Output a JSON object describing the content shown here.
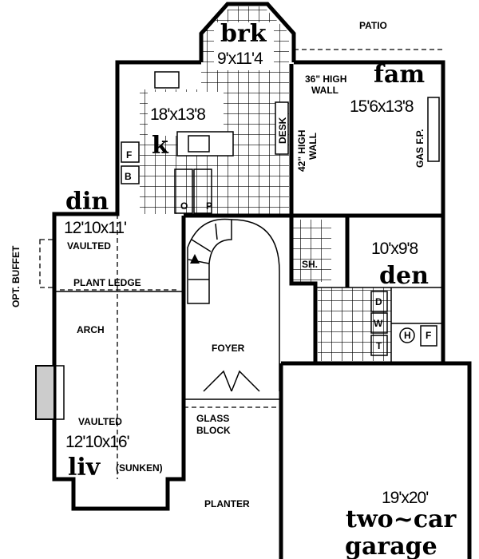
{
  "rooms": {
    "brk": {
      "name": "brk",
      "size": "9'x11'4"
    },
    "kitchen": {
      "name": "k",
      "size": "18'x13'8"
    },
    "fam": {
      "name": "fam",
      "size": "15'6x13'8"
    },
    "din": {
      "name": "din",
      "size": "12'10x11'",
      "note": "VAULTED"
    },
    "den": {
      "name": "den",
      "size": "10'x9'8"
    },
    "liv": {
      "name": "liv",
      "size": "12'10x16'",
      "note": "VAULTED",
      "qualifier": "(SUNKEN)"
    },
    "garage": {
      "name1": "two~car",
      "name2": "garage",
      "size": "19'x20'"
    },
    "foyer": {
      "name": "FOYER"
    }
  },
  "labels": {
    "patio": "PATIO",
    "wall36_1": "36\" HIGH",
    "wall36_2": "WALL",
    "wall42_1": "42\" HIGH",
    "wall42_2": "WALL",
    "desk": "DESK",
    "gas_fp": "GAS F.P.",
    "opt_buffet": "OPT. BUFFET",
    "plant_ledge": "PLANT LEDGE",
    "arch": "ARCH",
    "glass1": "GLASS",
    "glass2": "BLOCK",
    "planter": "PLANTER",
    "sh": "SH.",
    "f": "F",
    "b": "B",
    "o": "O",
    "p": "P",
    "d": "D",
    "w": "W",
    "t": "T",
    "h": "H",
    "f2": "F"
  }
}
